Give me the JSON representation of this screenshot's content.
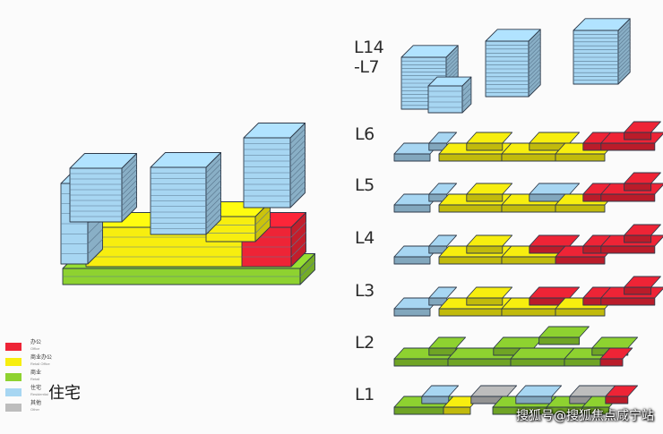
{
  "levels": [
    "L14\n-L7",
    "L6",
    "L5",
    "L4",
    "L3",
    "L2",
    "L1"
  ],
  "legend": [
    {
      "label": "办公",
      "sub": "Office",
      "color": "#ee2436"
    },
    {
      "label": "商业办公",
      "sub": "Retail Office",
      "color": "#f7ee0f"
    },
    {
      "label": "商业",
      "sub": "Retail",
      "color": "#8ed230"
    },
    {
      "label": "住宅",
      "sub": "Residential",
      "big_label": "住宅",
      "color": "#a7d6f2"
    },
    {
      "label": "其他",
      "sub": "Other",
      "color": "#bdbdbd"
    }
  ],
  "watermark": "搜狐号@搜狐焦点咸宁站",
  "colors": {
    "office": "#ee2436",
    "retail_office": "#f7ee0f",
    "retail": "#8ed230",
    "residential": "#a7d6f2",
    "other": "#bdbdbd",
    "outline": "#2e3a4a"
  }
}
